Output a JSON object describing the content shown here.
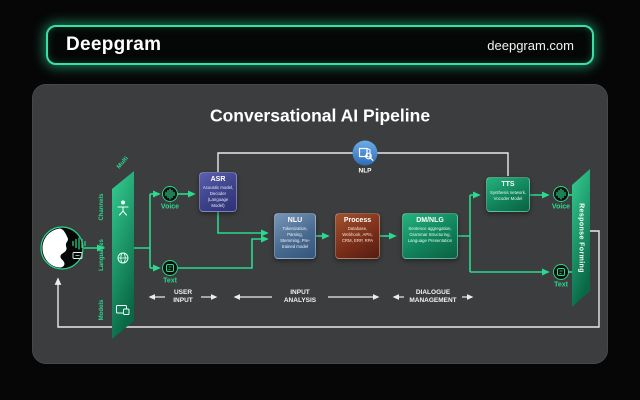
{
  "header": {
    "logo": "Deepgram",
    "domain": "deepgram.com"
  },
  "diagram": {
    "title": "Conversational AI Pipeline",
    "input_bar": {
      "diagonal_label": "Multi",
      "rows": [
        {
          "label": "Channels",
          "icon": "person-icon"
        },
        {
          "label": "Languages",
          "icon": "globe-icon"
        },
        {
          "label": "Models",
          "icon": "devices-icon"
        }
      ]
    },
    "io": {
      "voice_in": "Voice",
      "text_in": "Text",
      "voice_out": "Voice",
      "text_out": "Text"
    },
    "nodes": {
      "asr": {
        "title": "ASR",
        "subtitle": "Acoustic model, Decoder (Language Model)"
      },
      "nlp": {
        "title": "NLP"
      },
      "nlu": {
        "title": "NLU",
        "subtitle": "Tokenization, Parsing, Stemming, Pre-trained model"
      },
      "process": {
        "title": "Process",
        "subtitle": "Database, Webhook, APIs, CRM, ERP, RPA"
      },
      "dmnlg": {
        "title": "DM/NLG",
        "subtitle": "Sentence aggregation, Grammar Structuring, Language Presentation"
      },
      "tts": {
        "title": "TTS",
        "subtitle": "Synthesis network, Vocoder Model"
      }
    },
    "output_bar": {
      "label": "Response Forming"
    },
    "stages": [
      {
        "label": "USER INPUT"
      },
      {
        "label": "INPUT ANALYSIS"
      },
      {
        "label": "DIALOGUE MANAGEMENT"
      }
    ],
    "colors": {
      "accent_green": "#2bd98f",
      "glow_border": "#38e2a4",
      "asr_purple": "#4b50a3",
      "nlu_blue": "#55799f",
      "process_rust": "#8f4427",
      "green_box": "#149b6c",
      "nlp_blue": "#4a90d9",
      "panel_gray": "#3b3d3e"
    }
  }
}
